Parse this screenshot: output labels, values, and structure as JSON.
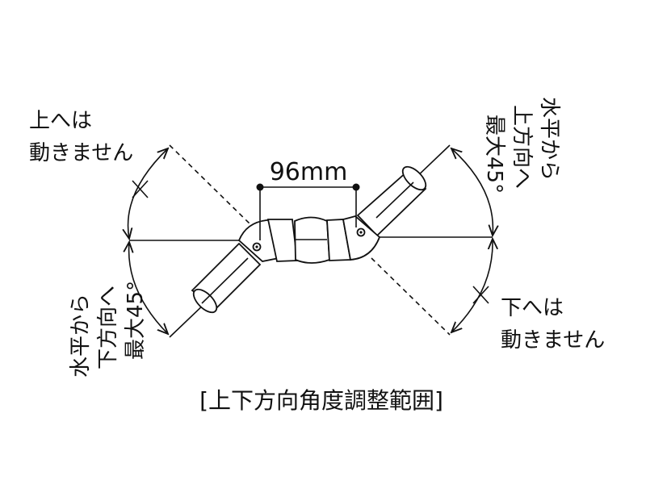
{
  "labels": {
    "top_left": [
      "上へは",
      "動きません"
    ],
    "bottom_right": [
      "下へは",
      "動きません"
    ],
    "top_right_rotated": [
      "水平から",
      "上方向へ",
      "最大45°"
    ],
    "bottom_left_rotated": [
      "水平から",
      "下方向へ",
      "最大45°"
    ],
    "dimension": "96mm",
    "caption": "[上下方向角度調整範囲]"
  },
  "angles": {
    "upper_max_deg": 45,
    "lower_max_deg": 45
  }
}
